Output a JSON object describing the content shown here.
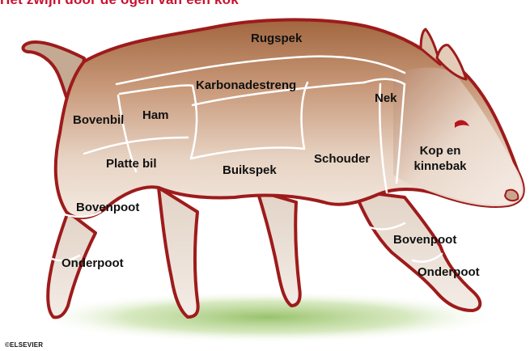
{
  "header": {
    "title": "Het zwijn door de ogen van een kok"
  },
  "cuts": {
    "rugspek": "Rugspek",
    "karbonadestreng": "Karbonadestreng",
    "nek": "Nek",
    "bovenbil": "Bovenbil",
    "ham": "Ham",
    "platte_bil": "Platte bil",
    "buikspek": "Buikspek",
    "schouder": "Schouder",
    "kop_en_kinnebak": "Kop en kinnebak",
    "bovenpoot_achter": "Bovenpoot",
    "onderpoot_achter": "Onderpoot",
    "bovenpoot_voor": "Bovenpoot",
    "onderpoot_voor": "Onderpoot"
  },
  "footer": {
    "credit": "©ELSEVIER"
  },
  "colors": {
    "title": "#c8102e",
    "outline": "#9e1b1b",
    "dark_meat": "#a0633f",
    "light_meat": "#efe2d7",
    "fur": "#c9b8a6",
    "grass": "#9cc56e"
  }
}
